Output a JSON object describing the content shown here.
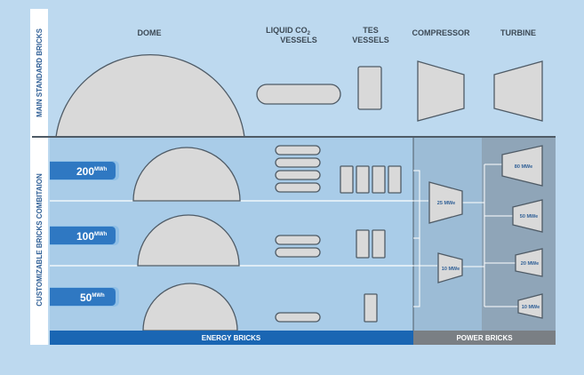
{
  "colors": {
    "background": "#bdd9ef",
    "energy_panel": "#a9cce8",
    "power_panel": "#9cbcd6",
    "turbine_column": "#8fa5b8",
    "energy_bar": "#1a66b3",
    "power_bar": "#7a7f84",
    "tab_dark": "#2f78c2",
    "tab_light": "#8fbfe6"
  },
  "side_labels": {
    "top": "MAIN STANDARD BRICKS",
    "bottom": "CUSTOMIZABLE BRICKS COMBITAION"
  },
  "headers": {
    "dome": "DOME",
    "liquid_line1": "LIQUID CO",
    "liquid_sub": "2",
    "liquid_line2": "VESSELS",
    "tes_line1": "TES",
    "tes_line2": "VESSELS",
    "compressor": "COMPRESSOR",
    "turbine": "TURBINE"
  },
  "rows": [
    {
      "value": "200",
      "unit": "MWh",
      "liquid_vessels": 4,
      "tes_vessels": 4
    },
    {
      "value": "100",
      "unit": "MWh",
      "liquid_vessels": 2,
      "tes_vessels": 2
    },
    {
      "value": "50",
      "unit": "MWh",
      "liquid_vessels": 1,
      "tes_vessels": 1
    }
  ],
  "compressors": [
    "25 MWe",
    "10 MWe"
  ],
  "turbines": [
    "80 MWe",
    "50 MWe",
    "20 MWe",
    "10 MWe"
  ],
  "bars": {
    "energy": "ENERGY BRICKS",
    "power": "POWER BRICKS"
  }
}
